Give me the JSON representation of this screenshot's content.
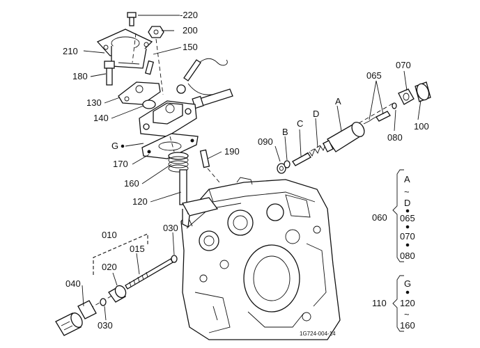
{
  "labels": {
    "p220": "-220",
    "p200": "200",
    "p210": "210",
    "p150": "150",
    "p180": "180",
    "p130": "130",
    "p140": "140",
    "pG": "G",
    "p170": "170",
    "p160": "160",
    "p120": "120",
    "p190": "190",
    "p090": "090",
    "pB": "B",
    "pC": "C",
    "pD": "D",
    "pA": "A",
    "p065": "065",
    "p070": "070",
    "p080": "080",
    "p100": "100",
    "p010": "010",
    "p015": "015",
    "p020": "020",
    "p030a": "030",
    "p030b": "030",
    "p040": "040"
  },
  "group_060": {
    "ref": "060",
    "items": [
      "A",
      "~",
      "D",
      "065",
      "070",
      "080"
    ]
  },
  "group_110": {
    "ref": "110",
    "items": [
      "G",
      "120",
      "~",
      "160"
    ]
  },
  "figure_code": "1G724-004-14"
}
